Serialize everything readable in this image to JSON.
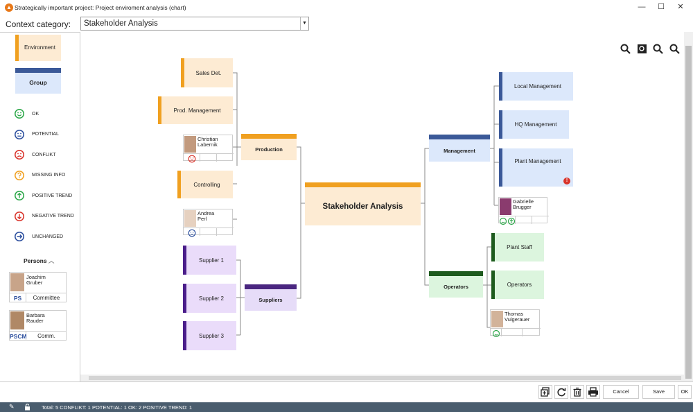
{
  "window": {
    "title": "Strategically important project: Project enviroment analysis (chart)",
    "minimize": "—",
    "maximize": "☐",
    "close": "✕"
  },
  "context": {
    "label": "Context category:",
    "selected": "Stakeholder Analysis"
  },
  "legend": {
    "environment": "Environment",
    "group": "Group",
    "statuses": [
      {
        "label": "OK",
        "color": "#2ea84a",
        "icon": "smile-icon"
      },
      {
        "label": "POTENTIAL",
        "color": "#2c4f9e",
        "icon": "neutral-face-icon"
      },
      {
        "label": "CONFLIKT",
        "color": "#d9342b",
        "icon": "frown-icon"
      },
      {
        "label": "MISSING INFO",
        "color": "#f0a020",
        "icon": "question-icon"
      },
      {
        "label": "POSITIVE TREND",
        "color": "#2ea84a",
        "icon": "arrow-up-icon"
      },
      {
        "label": "NEGATIVE TREND",
        "color": "#d9342b",
        "icon": "arrow-down-icon"
      },
      {
        "label": "UNCHANGED",
        "color": "#2c4f9e",
        "icon": "arrow-right-icon"
      }
    ],
    "persons_header": "Persons",
    "persons": [
      {
        "name1": "Joachim",
        "name2": "Gruber",
        "abbr": "PS",
        "role": "Committee"
      },
      {
        "name1": "Barbara",
        "name2": "Rauder",
        "abbr": "PSCM",
        "role": "Comm."
      }
    ]
  },
  "chart": {
    "center": "Stakeholder Analysis",
    "left": {
      "production": {
        "label": "Production",
        "children": [
          "Sales Det.",
          "Prod. Management",
          "Controlling"
        ],
        "persons": [
          {
            "name1": "Christian",
            "name2": "Labernik",
            "status": "frown-icon"
          },
          {
            "name1": "Andrea",
            "name2": "Perl",
            "status": "neutral-face-icon"
          }
        ]
      },
      "suppliers": {
        "label": "Suppliers",
        "children": [
          "Supplier 1",
          "Supplier 2",
          "Supplier 3"
        ]
      }
    },
    "right": {
      "management": {
        "label": "Management",
        "children": [
          "Local Management",
          "HQ Management",
          "Plant Management"
        ],
        "person": {
          "name1": "Gabrielle",
          "name2": "Brugger"
        },
        "alert": "!"
      },
      "operators": {
        "label": "Operators",
        "children": [
          "Plant Staff",
          "Operators"
        ],
        "person": {
          "name1": "Thomas",
          "name2": "Vulgerauer"
        }
      }
    }
  },
  "buttons": {
    "cancel": "Cancel",
    "save": "Save",
    "ok": "OK"
  },
  "status": {
    "text": "Total: 5   CONFLIKT: 1   POTENTIAL: 1   OK: 2   POSITIVE TREND: 1"
  }
}
